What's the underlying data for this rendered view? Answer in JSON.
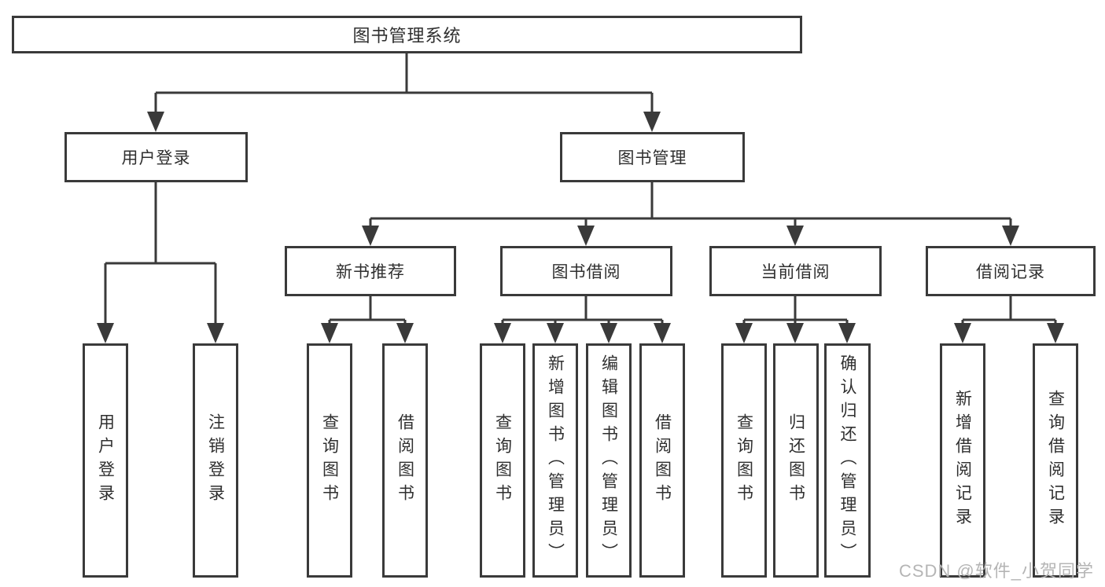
{
  "diagram": {
    "type": "tree",
    "colors": {
      "line": "#3a3a3a",
      "text": "#2f2f2f",
      "background": "#ffffff",
      "watermark": "#b5b5b5"
    },
    "tree": {
      "label": "图书管理系统",
      "children": [
        {
          "label": "用户登录",
          "children": [
            {
              "label": "用户登录"
            },
            {
              "label": "注销登录"
            }
          ]
        },
        {
          "label": "图书管理",
          "children": [
            {
              "label": "新书推荐",
              "children": [
                {
                  "label": "查询图书"
                },
                {
                  "label": "借阅图书"
                }
              ]
            },
            {
              "label": "图书借阅",
              "children": [
                {
                  "label": "查询图书"
                },
                {
                  "label": "新增图书（管理员）"
                },
                {
                  "label": "编辑图书（管理员）"
                },
                {
                  "label": "借阅图书"
                }
              ]
            },
            {
              "label": "当前借阅",
              "children": [
                {
                  "label": "查询图书"
                },
                {
                  "label": "归还图书"
                },
                {
                  "label": "确认归还（管理员）"
                }
              ]
            },
            {
              "label": "借阅记录",
              "children": [
                {
                  "label": "新增借阅记录"
                },
                {
                  "label": "查询借阅记录"
                }
              ]
            }
          ]
        }
      ]
    },
    "watermark": {
      "text": "CSDN @软件_小贺同学"
    }
  }
}
